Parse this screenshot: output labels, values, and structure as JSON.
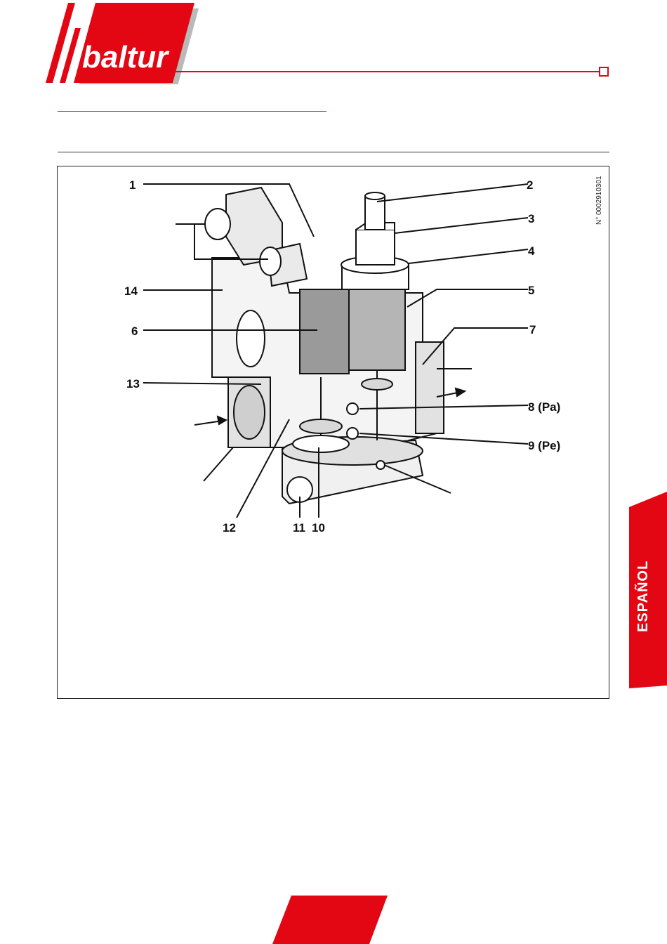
{
  "brand": {
    "logo_text": "baltur",
    "accent_color": "#e30613"
  },
  "figure": {
    "reference": "N° 0002910301",
    "callouts": [
      "1",
      "2",
      "3",
      "4",
      "5",
      "6",
      "7",
      "8 (Pa)",
      "9 (Pe)",
      "10",
      "11",
      "12",
      "13",
      "14"
    ]
  },
  "side_tab": {
    "language": "ESPAÑOL"
  }
}
